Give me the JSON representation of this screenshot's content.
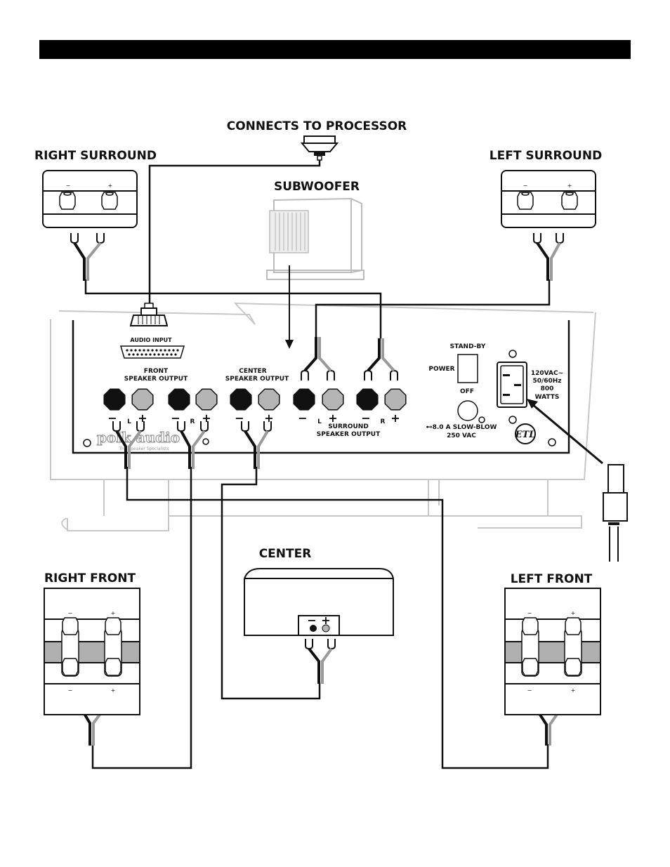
{
  "labels": {
    "processor": "CONNECTS TO PROCESSOR",
    "right_surround": "RIGHT SURROUND",
    "left_surround": "LEFT SURROUND",
    "subwoofer": "SUBWOOFER",
    "right_front": "RIGHT FRONT",
    "left_front": "LEFT FRONT",
    "center": "CENTER"
  },
  "panel": {
    "audio_input": "AUDIO INPUT",
    "front_output_1": "FRONT",
    "front_output_2": "SPEAKER OUTPUT",
    "center_output_1": "CENTER",
    "center_output_2": "SPEAKER OUTPUT",
    "surround_output_1": "SURROUND",
    "surround_output_2": "SPEAKER OUTPUT",
    "left": "L",
    "right": "R",
    "minus": "−",
    "plus": "+",
    "standby": "STAND-BY",
    "power": "POWER",
    "off": "OFF",
    "fuse_1": "⊷8.0 A SLOW-BLOW",
    "fuse_2": "250 VAC",
    "rating_1": "120VAC~",
    "rating_2": "50/60Hz",
    "rating_3": "800",
    "rating_4": "WATTS",
    "logo": "polk audio",
    "logo_sub": "The Speaker Specialists",
    "cert": "ETL"
  },
  "speaker": {
    "minus": "−",
    "plus": "+"
  },
  "colors": {
    "ink": "#111111",
    "ghost": "#c8c8c8",
    "header_bar": "#000000",
    "plus_wire": "#9a9a9a",
    "plus_terminal": "#b4b4b4"
  }
}
